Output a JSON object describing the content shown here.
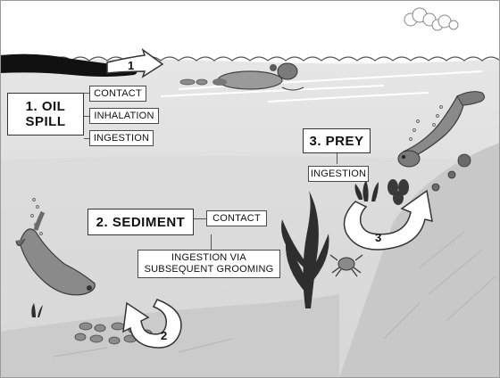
{
  "pathways": {
    "oil_spill": {
      "title": "1. OIL\nSPILL",
      "routes": [
        "CONTACT",
        "INHALATION",
        "INGESTION"
      ],
      "arrow_number": "1"
    },
    "sediment": {
      "title": "2. SEDIMENT",
      "routes": [
        "CONTACT",
        "INGESTION VIA\nSUBSEQUENT GROOMING"
      ],
      "arrow_number": "2"
    },
    "prey": {
      "title": "3.  PREY",
      "routes": [
        "INGESTION"
      ],
      "arrow_number": "3"
    }
  },
  "colors": {
    "sky": "#ffffff",
    "water": "#e0e0e0",
    "water_deep": "#d4d4d4",
    "seafloor": "#cfcfcf",
    "oil": "#111111",
    "otter": "#8a8a8a",
    "kelp": "#333333"
  }
}
